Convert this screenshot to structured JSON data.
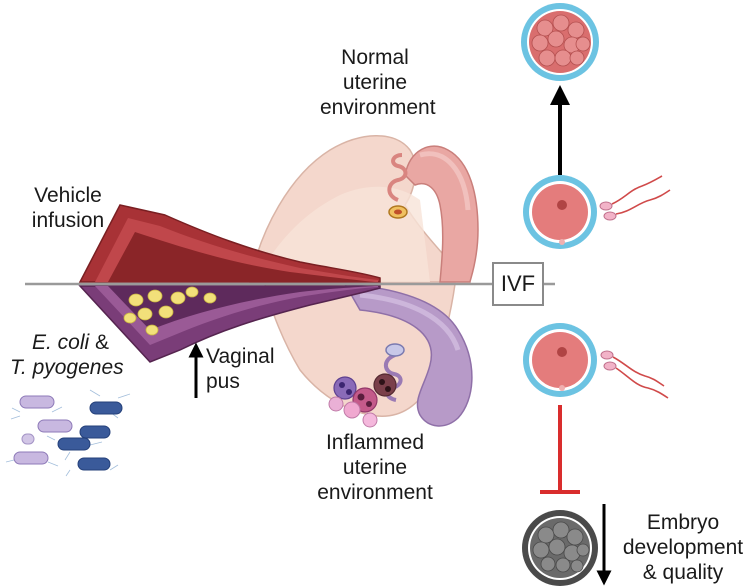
{
  "labels": {
    "normal_line1": "Normal",
    "normal_line2": "uterine",
    "normal_line3": "environment",
    "vehicle_line1": "Vehicle",
    "vehicle_line2": "infusion",
    "ecoli_italic": "E. coli",
    "ecoli_amp": " &",
    "tpyogenes": "T. pyogenes",
    "vaginal_line1": "Vaginal",
    "vaginal_line2": "pus",
    "inflamed_line1": "Inflammed",
    "inflamed_line2": "uterine",
    "inflamed_line3": "environment",
    "ivf": "IVF",
    "embryo_line1": "Embryo",
    "embryo_line2": "development",
    "embryo_line3": "& quality"
  },
  "colors": {
    "uterus_normal": "#e9a7a3",
    "uterus_inflamed": "#b79ac8",
    "cervix": "#a83236",
    "blastocyst_healthy": "#e0797a",
    "blastocyst_poor": "#6a6a6a",
    "zona": "#6cc3e2",
    "arrow_inhibit": "#d92d2d",
    "divider": "#9a9a9a"
  }
}
